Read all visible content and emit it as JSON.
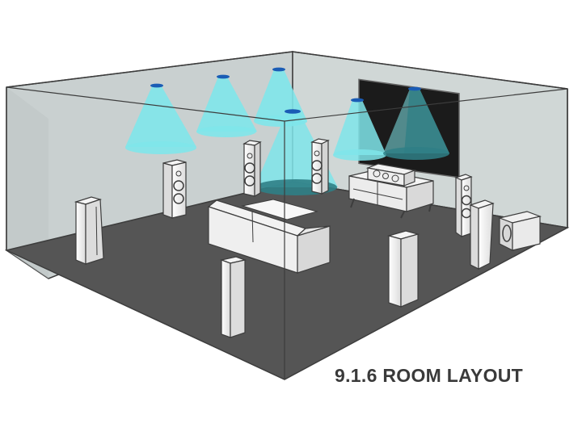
{
  "caption": "9.1.6 ROOM LAYOUT",
  "colors": {
    "wall": "#c7cfcf",
    "wall_right": "#cdd5d4",
    "floor": "#545454",
    "outline": "#3d3d3d",
    "beam": "#7fe5ea",
    "beam_on_dark": "#2f7f86",
    "speaker_cap": "#1a5cb5",
    "furniture": "#f2f2f2",
    "tv": "#1c1c1c"
  },
  "layout": {
    "overhead_speakers": 6,
    "floor_speakers": 8,
    "subwoofer": 1,
    "center_speaker": 1
  },
  "icons": {
    "atmos": "ceiling-speaker-icon",
    "tower": "tower-speaker-icon",
    "sub": "subwoofer-icon"
  }
}
